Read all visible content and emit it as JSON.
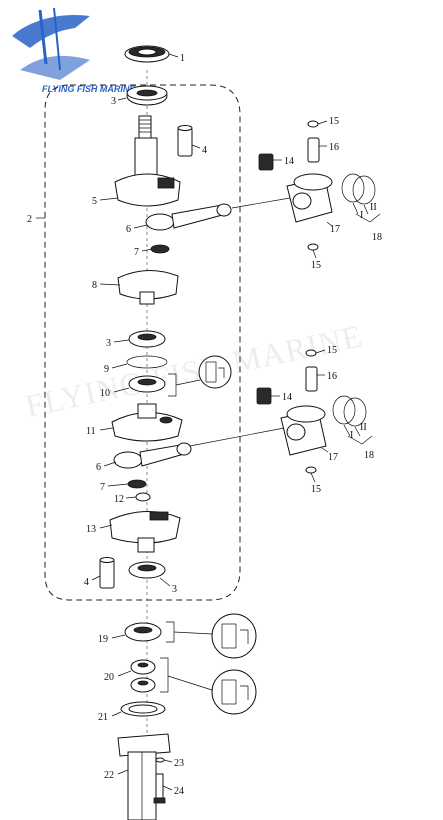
{
  "brand": {
    "logo_text": "FLYING FISH MARINE",
    "watermark": "FLYING FISH MARINE",
    "accent_color": "#2a63c7"
  },
  "callouts": [
    {
      "id": "c1",
      "text": "1"
    },
    {
      "id": "c2",
      "text": "2"
    },
    {
      "id": "c3a",
      "text": "3"
    },
    {
      "id": "c4a",
      "text": "4"
    },
    {
      "id": "c5",
      "text": "5"
    },
    {
      "id": "c6a",
      "text": "6"
    },
    {
      "id": "c7a",
      "text": "7"
    },
    {
      "id": "c8",
      "text": "8"
    },
    {
      "id": "c3b",
      "text": "3"
    },
    {
      "id": "c9",
      "text": "9"
    },
    {
      "id": "c10",
      "text": "10"
    },
    {
      "id": "c11",
      "text": "11"
    },
    {
      "id": "c6b",
      "text": "6"
    },
    {
      "id": "c7b",
      "text": "7"
    },
    {
      "id": "c12",
      "text": "12"
    },
    {
      "id": "c13",
      "text": "13"
    },
    {
      "id": "c4b",
      "text": "4"
    },
    {
      "id": "c3c",
      "text": "3"
    },
    {
      "id": "c19",
      "text": "19"
    },
    {
      "id": "c20",
      "text": "20"
    },
    {
      "id": "c21",
      "text": "21"
    },
    {
      "id": "c22",
      "text": "22"
    },
    {
      "id": "c23",
      "text": "23"
    },
    {
      "id": "c24",
      "text": "24"
    },
    {
      "id": "c14a",
      "text": "14"
    },
    {
      "id": "c15a",
      "text": "15"
    },
    {
      "id": "c16a",
      "text": "16"
    },
    {
      "id": "c17a",
      "text": "17"
    },
    {
      "id": "c15b",
      "text": "15"
    },
    {
      "id": "c18a",
      "text": "18"
    },
    {
      "id": "c14b",
      "text": "14"
    },
    {
      "id": "c15c",
      "text": "15"
    },
    {
      "id": "c16b",
      "text": "16"
    },
    {
      "id": "c17b",
      "text": "17"
    },
    {
      "id": "c15d",
      "text": "15"
    },
    {
      "id": "c18b",
      "text": "18"
    }
  ],
  "ring_marks": {
    "upper_left": "I",
    "upper_right": "II",
    "lower_left": "I",
    "lower_right": "II"
  }
}
